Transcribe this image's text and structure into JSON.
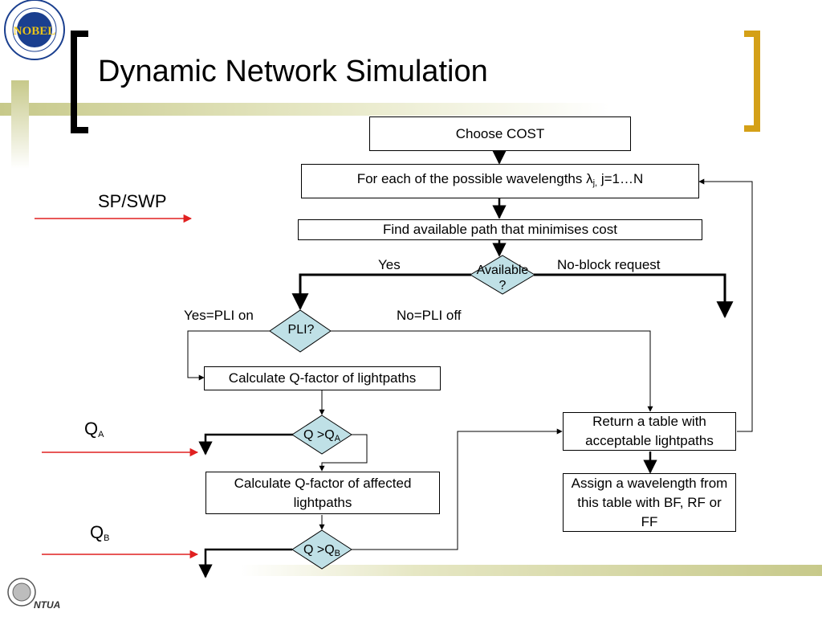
{
  "slide": {
    "title": "Dynamic Network Simulation",
    "logo_top_text": "NOBEL",
    "logo_bottom_text": "NTUA"
  },
  "side_labels": {
    "sp_swp": "SP/SWP",
    "qa_main": "Q",
    "qa_sub": "A",
    "qb_main": "Q",
    "qb_sub": "B"
  },
  "flowchart": {
    "choose_cost": "Choose COST",
    "for_each_prefix": "For each of the possible wavelengths λ",
    "for_each_sub": "j,",
    "for_each_suffix": " j=1…N",
    "find_path": "Find available path that minimises cost",
    "available_line1": "Available",
    "available_line2": "?",
    "yes": "Yes",
    "no_block": "No-block request",
    "pli_yes": "Yes=PLI on",
    "pli_no": "No=PLI off",
    "pli": "PLI?",
    "calc_q": "Calculate Q-factor of  lightpaths",
    "qa_decision_main": "Q >Q",
    "qa_decision_sub": "A",
    "calc_affected": "Calculate Q-factor of affected lightpaths",
    "qb_decision_main": "Q >Q",
    "qb_decision_sub": "B",
    "return_table": "Return a table with acceptable lightpaths",
    "assign": "Assign a wavelength from this table with BF, RF or FF"
  },
  "colors": {
    "accent_olive": "#c7c98a",
    "bracket_black": "#000000",
    "bracket_gold": "#d4a017",
    "decision_fill": "#bfe0e6",
    "arrow_red": "#e02020"
  }
}
